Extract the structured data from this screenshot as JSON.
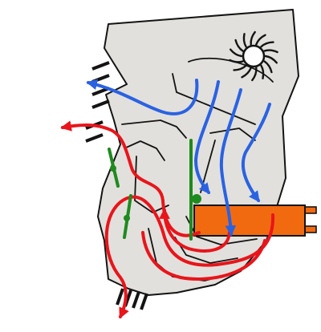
{
  "diagram": {
    "colors": {
      "housing_fill": "#e2e0dc",
      "outline": "#141414",
      "background": "#ffffff",
      "cool_air": "#2a62e2",
      "warm_air": "#e8151b",
      "flap": "#1f8a1f",
      "heater_core": "#f26a10"
    },
    "components": {
      "blower": {
        "icon": "fan-icon",
        "blade_count": 14
      },
      "heater_core": {
        "icon": "heater-core-icon"
      },
      "flaps": {
        "count": 3
      }
    },
    "airflows": {
      "cool_streams": 4,
      "warm_streams": 4
    }
  }
}
